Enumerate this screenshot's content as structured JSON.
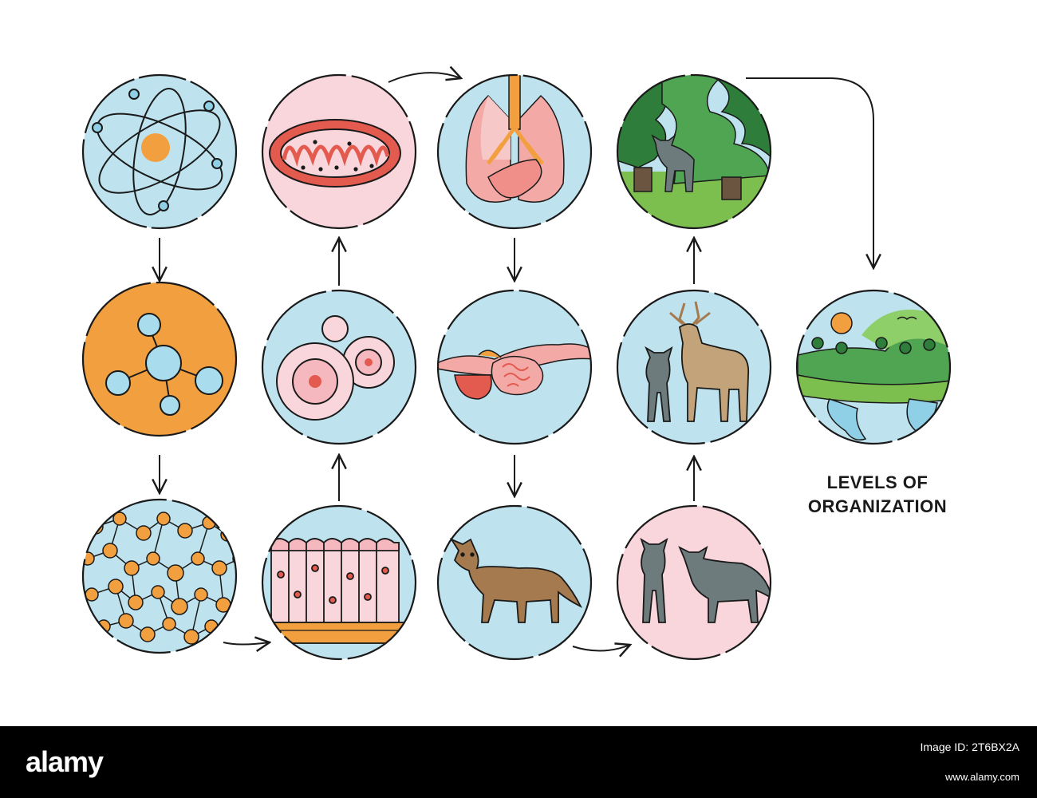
{
  "title_lines": [
    "LEVELS OF",
    "ORGANIZATION"
  ],
  "levels": [
    {
      "id": "atom",
      "icon": "atom-icon",
      "bg": "#bfe3ee"
    },
    {
      "id": "molecule",
      "icon": "molecule-icon",
      "bg": "#f2a03f"
    },
    {
      "id": "macromolecule",
      "icon": "macromolecule-icon",
      "bg": "#bfe3ee"
    },
    {
      "id": "organelle",
      "icon": "mitochondrion-icon",
      "bg": "#f8d6dc"
    },
    {
      "id": "cell",
      "icon": "cell-icon",
      "bg": "#bfe3ee"
    },
    {
      "id": "tissue",
      "icon": "tissue-icon",
      "bg": "#bfe3ee"
    },
    {
      "id": "organ",
      "icon": "lungs-icon",
      "bg": "#bfe3ee"
    },
    {
      "id": "organ-system",
      "icon": "digestive-system-icon",
      "bg": "#bfe3ee"
    },
    {
      "id": "organism",
      "icon": "wolf-icon",
      "bg": "#bfe3ee"
    },
    {
      "id": "population",
      "icon": "wolves-icon",
      "bg": "#f8d6dc"
    },
    {
      "id": "community",
      "icon": "wolf-deer-icon",
      "bg": "#bfe3ee"
    },
    {
      "id": "ecosystem",
      "icon": "forest-icon",
      "bg": "#bfe3ee"
    },
    {
      "id": "biosphere",
      "icon": "earth-icon",
      "bg": "#bfe3ee"
    }
  ],
  "colors": {
    "stroke": "#1a1a1a",
    "blue": "#bfe3ee",
    "pink": "#f8d6dc",
    "orange": "#f2a03f",
    "green": "#4fa552",
    "dark_green": "#2f7d3a",
    "wolf_gray": "#6e7b7d",
    "wolf_brown": "#a57a4f",
    "deer": "#c3a37a",
    "red": "#e35a4f"
  },
  "footer": {
    "logo": "alamy",
    "image_id_label": "Image ID: 2T6BX2A",
    "url": "www.alamy.com"
  }
}
